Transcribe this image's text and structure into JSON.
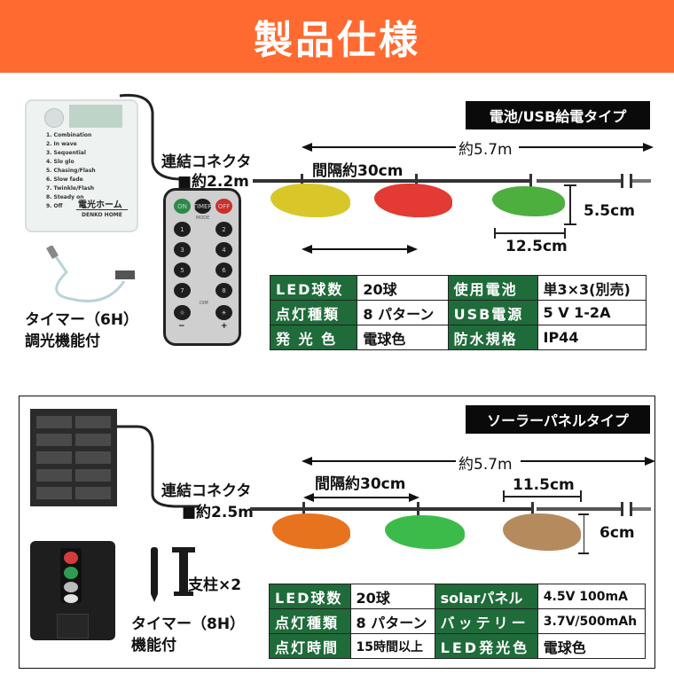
{
  "header": {
    "title": "製品仕様",
    "bg_color": "#ff6a30"
  },
  "section_usb": {
    "type_label": "電池/USB給電タイプ",
    "connector_label": "連結コネクタ",
    "connector_length": "■約2.2m",
    "total_length": "約5.7m",
    "interval_label": "間隔約30cm",
    "height_dim": "5.5cm",
    "width_dim": "12.5cm",
    "timer_label_line1": "タイマー（6H）",
    "timer_label_line2": "調光機能付",
    "battery_box": {
      "brand_jp": "電光ホーム",
      "brand_en": "DENKO HOME",
      "modes": [
        "1. Combination",
        "2. In wave",
        "3. Sequential",
        "4. Slo glo",
        "5. Chasing/Flash",
        "6. Slow fade",
        "7. Twinkle/Flash",
        "8. Steady on",
        "9. Off"
      ]
    },
    "remote": {
      "top_buttons": [
        "ON",
        "TIMER",
        "OFF"
      ],
      "mode_label": "MODE",
      "number_buttons": [
        "1",
        "2",
        "3",
        "4",
        "5",
        "6",
        "7",
        "8"
      ],
      "dim_label": "DIM",
      "dim_minus": "−",
      "dim_plus": "+"
    },
    "specs": [
      {
        "k1": "LED球数",
        "v1": "20球",
        "k2": "使用電池",
        "v2": "単3×3(別売)"
      },
      {
        "k1": "点灯種類",
        "v1": "8 パターン",
        "k2": "USB電源",
        "v2": "5 V 1-2A"
      },
      {
        "k1": "発 光 色",
        "v1": "電球色",
        "k2": "防水規格",
        "v2": "IP44"
      }
    ]
  },
  "section_solar": {
    "type_label": "ソーラーパネルタイプ",
    "connector_label": "連結コネクタ",
    "connector_length": "■約2.5m",
    "total_length": "約5.7m",
    "interval_label": "間隔約30cm",
    "width_dim": "11.5cm",
    "height_dim": "6cm",
    "stake_label": "支柱×2",
    "timer_label_line1": "タイマー（8H）",
    "timer_label_line2": "機能付",
    "specs": [
      {
        "k1": "LED球数",
        "v1": "20球",
        "k2": "solarパネル",
        "v2": "4.5V 100mA"
      },
      {
        "k1": "点灯種類",
        "v1": "8 パターン",
        "k2": "バッテリー",
        "v2": "3.7V/500mAh"
      },
      {
        "k1": "点灯時間",
        "v1": "15時間以上",
        "k2": "LED発光色",
        "v2": "電球色"
      }
    ]
  },
  "colors": {
    "spec_key_bg": "#1f6b3a",
    "label_bg": "#0a0a0a"
  }
}
